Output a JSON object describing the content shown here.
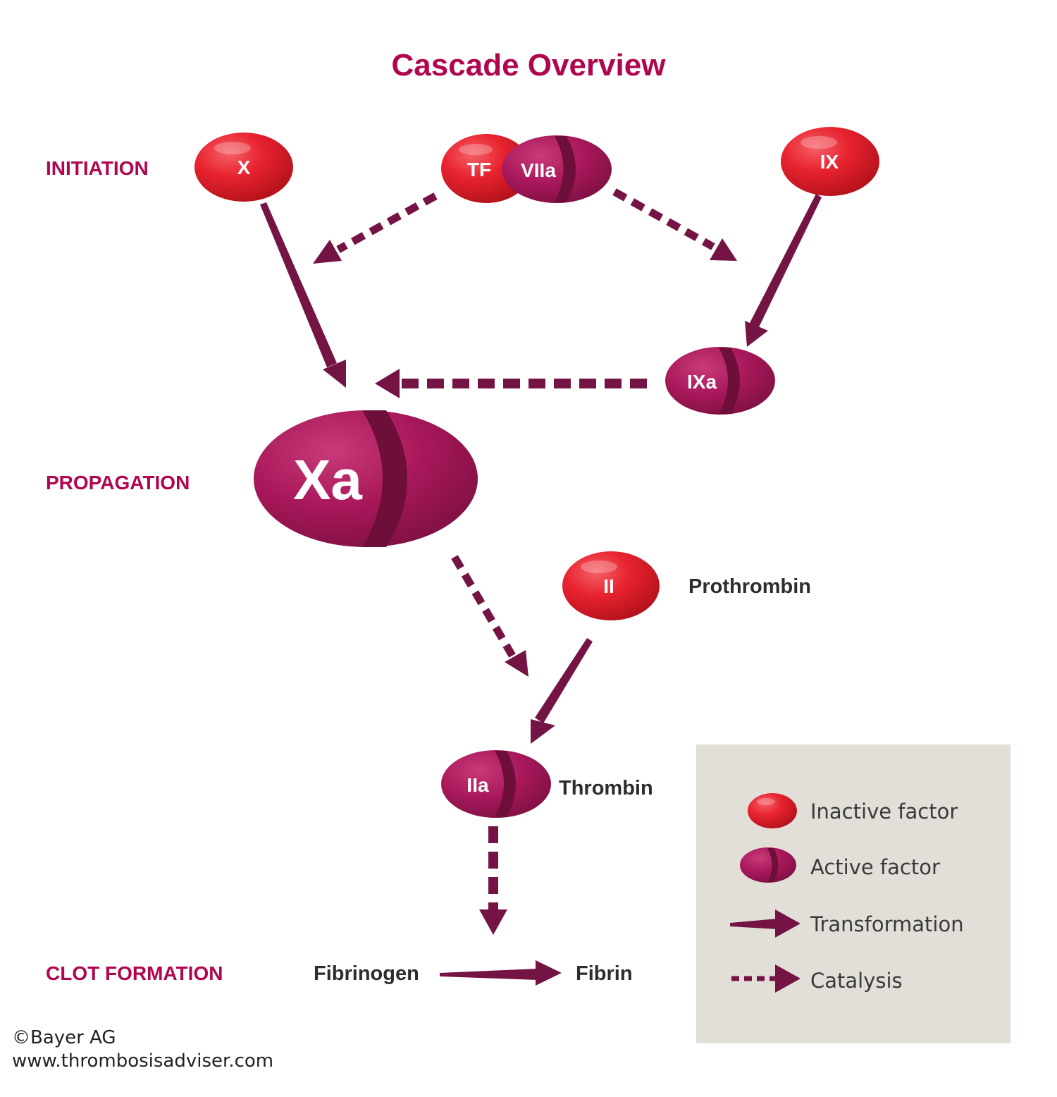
{
  "title": "Cascade Overview",
  "stages": {
    "initiation": "INITIATION",
    "propagation": "PROPAGATION",
    "clot_formation": "CLOT FORMATION"
  },
  "factors": {
    "x": "X",
    "tf": "TF",
    "viia": "VIIa",
    "ix": "IX",
    "ixa": "IXa",
    "xa": "Xa",
    "ii": "II",
    "iia": "IIa"
  },
  "names": {
    "prothrombin": "Prothrombin",
    "thrombin": "Thrombin",
    "fibrinogen": "Fibrinogen",
    "fibrin": "Fibrin"
  },
  "legend": {
    "inactive": "Inactive factor",
    "active": "Active factor",
    "transformation": "Transformation",
    "catalysis": "Catalysis"
  },
  "footer": {
    "copyright": "©Bayer AG",
    "url": "www.thrombosisadviser.com"
  },
  "colors": {
    "inactive": "#e8232f",
    "active": "#a8185a",
    "active_dark": "#6e0f3a",
    "arrow": "#741445",
    "stage_label": "#b0064f",
    "legend_bg": "#e2dfd9"
  }
}
